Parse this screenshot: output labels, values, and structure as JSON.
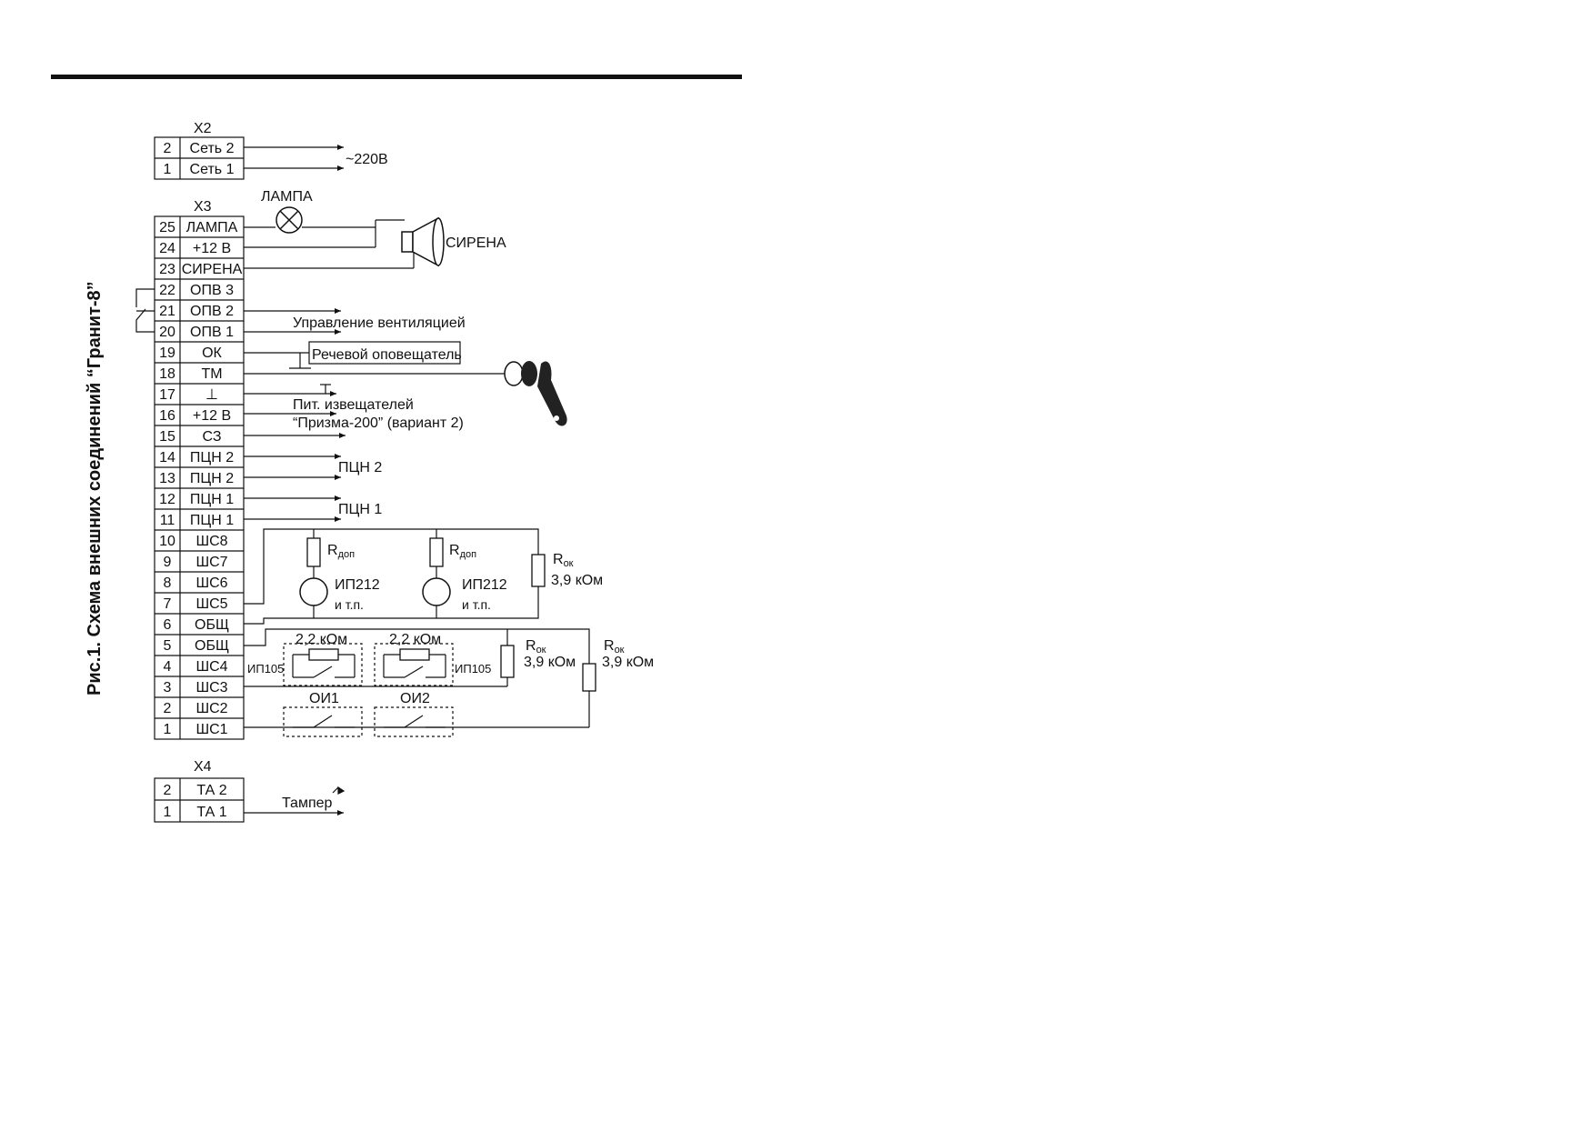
{
  "caption": "Рис.1. Схема внешних соединений “Гранит-8”",
  "x2": {
    "title": "Х2",
    "rows": [
      {
        "num": "2",
        "name": "Сеть 2"
      },
      {
        "num": "1",
        "name": "Сеть 1"
      }
    ],
    "mains_label": "~220В"
  },
  "x3": {
    "title": "Х3",
    "rows": [
      {
        "num": "25",
        "name": "ЛАМПА"
      },
      {
        "num": "24",
        "name": "+12 В"
      },
      {
        "num": "23",
        "name": "СИРЕНА"
      },
      {
        "num": "22",
        "name": "ОПВ 3"
      },
      {
        "num": "21",
        "name": "ОПВ 2"
      },
      {
        "num": "20",
        "name": "ОПВ 1"
      },
      {
        "num": "19",
        "name": "ОК"
      },
      {
        "num": "18",
        "name": "ТМ"
      },
      {
        "num": "17",
        "name": "⊥"
      },
      {
        "num": "16",
        "name": "+12 В"
      },
      {
        "num": "15",
        "name": "СЗ"
      },
      {
        "num": "14",
        "name": "ПЦН 2"
      },
      {
        "num": "13",
        "name": "ПЦН 2"
      },
      {
        "num": "12",
        "name": "ПЦН 1"
      },
      {
        "num": "11",
        "name": "ПЦН 1"
      },
      {
        "num": "10",
        "name": "ШС8"
      },
      {
        "num": "9",
        "name": "ШС7"
      },
      {
        "num": "8",
        "name": "ШС6"
      },
      {
        "num": "7",
        "name": "ШС5"
      },
      {
        "num": "6",
        "name": "ОБЩ"
      },
      {
        "num": "5",
        "name": "ОБЩ"
      },
      {
        "num": "4",
        "name": "ШС4"
      },
      {
        "num": "3",
        "name": "ШС3"
      },
      {
        "num": "2",
        "name": "ШС2"
      },
      {
        "num": "1",
        "name": "ШС1"
      }
    ]
  },
  "x4": {
    "title": "Х4",
    "rows": [
      {
        "num": "2",
        "name": "ТА 2"
      },
      {
        "num": "1",
        "name": "ТА 1"
      }
    ],
    "tamper_label": "Тампер"
  },
  "labels": {
    "lamp": "ЛАМПА",
    "siren": "СИРЕНА",
    "ventilation": "Управление вентиляцией",
    "voice": "Речевой оповещатель",
    "power_line1": "Пит. извещателей",
    "power_line2": "“Призма-200” (вариант 2)",
    "pcn2": "ПЦН 2",
    "pcn1": "ПЦН 1",
    "r_add": "R",
    "r_add_sub": "доп",
    "ip212": "ИП212",
    "etc": "и т.п.",
    "r_ok": "R",
    "r_ok_sub": "ок",
    "r_ok_value": "3,9 кОм",
    "r_22": "2,2 кОм",
    "ip105": "ИП105",
    "oi1": "ОИ1",
    "oi2": "ОИ2"
  }
}
